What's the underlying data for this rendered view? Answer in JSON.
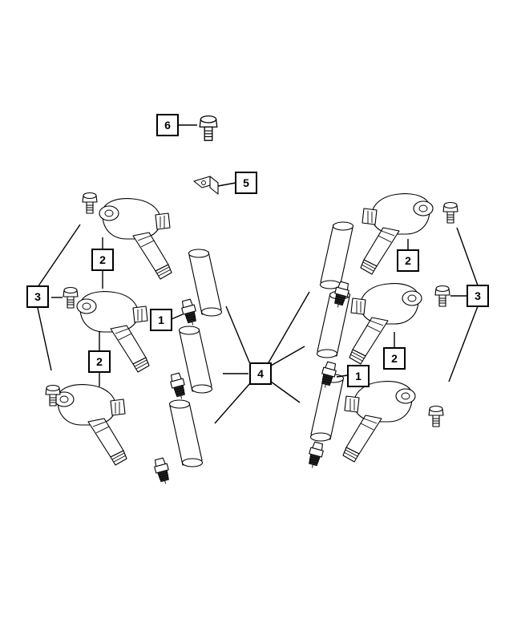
{
  "diagram": {
    "callouts": [
      {
        "id": "c6",
        "label": "6"
      },
      {
        "id": "c5",
        "label": "5"
      },
      {
        "id": "c2a",
        "label": "2"
      },
      {
        "id": "c3a",
        "label": "3"
      },
      {
        "id": "c1a",
        "label": "1"
      },
      {
        "id": "c2b",
        "label": "2"
      },
      {
        "id": "c4",
        "label": "4"
      },
      {
        "id": "c2c",
        "label": "2"
      },
      {
        "id": "c3b",
        "label": "3"
      },
      {
        "id": "c2d",
        "label": "2"
      },
      {
        "id": "c1b",
        "label": "1"
      }
    ],
    "parts": {
      "ignition_coil": "ignition-coil",
      "spark_plug": "spark-plug",
      "boot": "spark-plug-boot",
      "bolt": "bolt",
      "bracket": "bracket"
    }
  }
}
